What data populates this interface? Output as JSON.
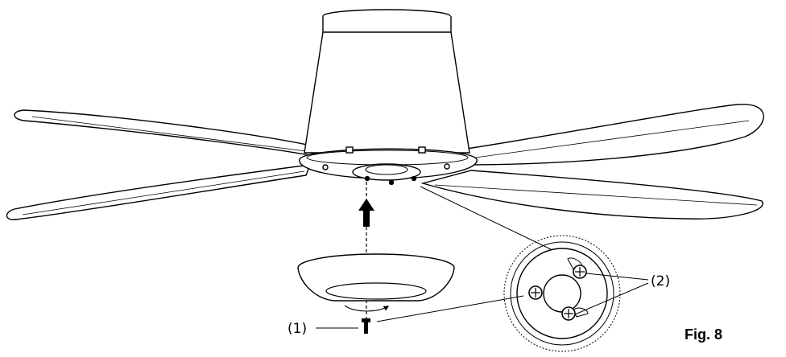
{
  "diagram": {
    "callouts": {
      "screw_label": "(1)",
      "mounting_screws_label": "(2)"
    },
    "figure_label": "Fig. 8",
    "colors": {
      "line": "#000000",
      "background": "#ffffff"
    },
    "icons": {
      "insert_direction": "up-arrow-icon",
      "twist_direction": "curved-arrow-icon",
      "screw": "screw-icon"
    }
  }
}
